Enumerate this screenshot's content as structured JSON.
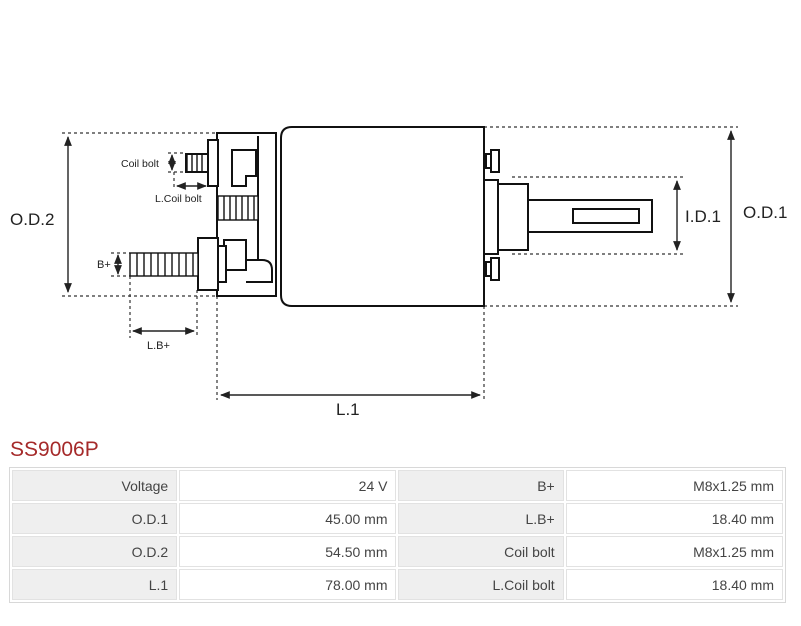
{
  "drawing": {
    "labels": {
      "od2": "O.D.2",
      "od1": "O.D.1",
      "id1": "I.D.1",
      "l1": "L.1",
      "coil_bolt": "Coil bolt",
      "l_coil_bolt": "L.Coil bolt",
      "b_plus": "B+",
      "l_b_plus": "L.B+"
    }
  },
  "product": {
    "code": "SS9006P"
  },
  "specs": {
    "rows": [
      [
        {
          "key": "Voltage",
          "value": "24 V"
        },
        {
          "key": "B+",
          "value": "M8x1.25 mm"
        }
      ],
      [
        {
          "key": "O.D.1",
          "value": "45.00 mm"
        },
        {
          "key": "L.B+",
          "value": "18.40 mm"
        }
      ],
      [
        {
          "key": "O.D.2",
          "value": "54.50 mm"
        },
        {
          "key": "Coil bolt",
          "value": "M8x1.25 mm"
        }
      ],
      [
        {
          "key": "L.1",
          "value": "78.00 mm"
        },
        {
          "key": "L.Coil bolt",
          "value": "18.40 mm"
        }
      ]
    ]
  }
}
